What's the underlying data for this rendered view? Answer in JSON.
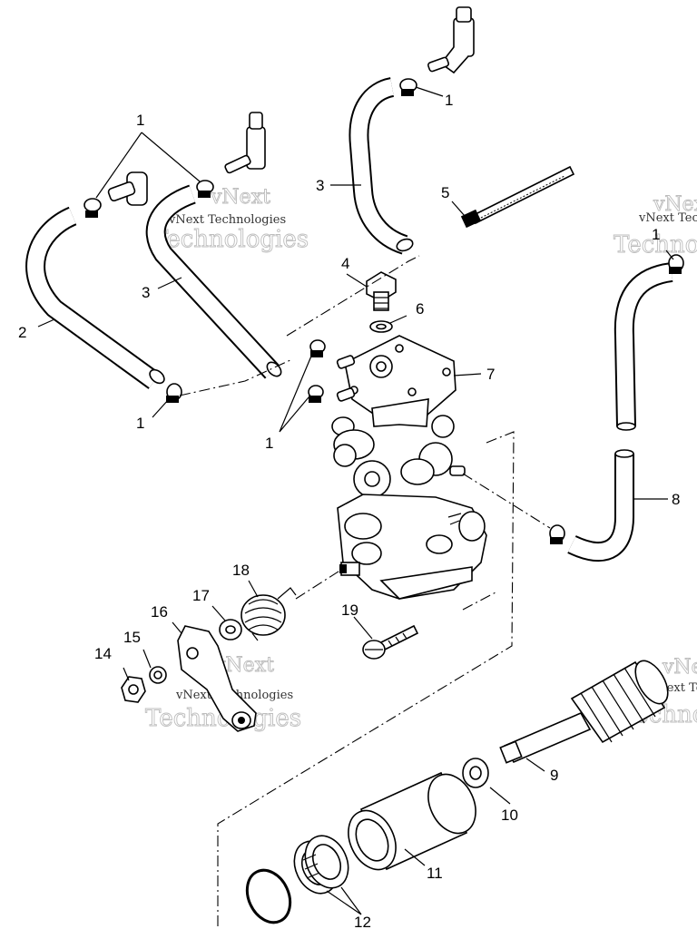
{
  "diagram": {
    "watermarks": [
      "vNext",
      "vNext Technologies",
      "Technologies"
    ],
    "callouts": [
      {
        "id": "1",
        "label": "1"
      },
      {
        "id": "2",
        "label": "2"
      },
      {
        "id": "3",
        "label": "3"
      },
      {
        "id": "4",
        "label": "4"
      },
      {
        "id": "5",
        "label": "5"
      },
      {
        "id": "6",
        "label": "6"
      },
      {
        "id": "7",
        "label": "7"
      },
      {
        "id": "8",
        "label": "8"
      },
      {
        "id": "9",
        "label": "9"
      },
      {
        "id": "10",
        "label": "10"
      },
      {
        "id": "11",
        "label": "11"
      },
      {
        "id": "12",
        "label": "12"
      },
      {
        "id": "14",
        "label": "14"
      },
      {
        "id": "15",
        "label": "15"
      },
      {
        "id": "16",
        "label": "16"
      },
      {
        "id": "17",
        "label": "17"
      },
      {
        "id": "18",
        "label": "18"
      },
      {
        "id": "19",
        "label": "19"
      }
    ]
  }
}
